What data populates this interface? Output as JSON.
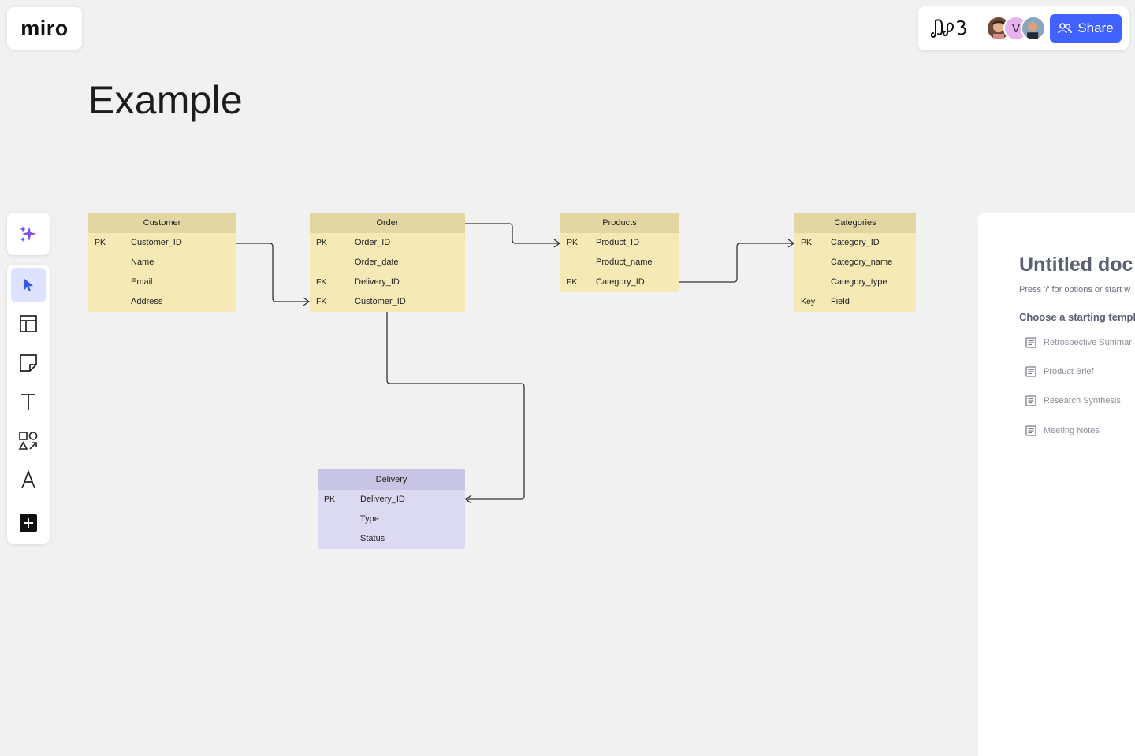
{
  "app": {
    "logo": "miro"
  },
  "header": {
    "collaborators": [
      {
        "name": "user-avatar-1",
        "initial": ""
      },
      {
        "name": "user-avatar-v",
        "initial": "V"
      },
      {
        "name": "user-avatar-3",
        "initial": ""
      }
    ],
    "share_label": "Share"
  },
  "board": {
    "title": "Example"
  },
  "toolbar": {
    "tools": [
      "ai-assistant",
      "select",
      "templates",
      "sticky-note",
      "text",
      "shapes",
      "pen",
      "add"
    ]
  },
  "erd": {
    "customer": {
      "title": "Customer",
      "rows": [
        {
          "key": "PK",
          "field": "Customer_ID"
        },
        {
          "key": "",
          "field": "Name"
        },
        {
          "key": "",
          "field": "Email"
        },
        {
          "key": "",
          "field": "Address"
        }
      ]
    },
    "order": {
      "title": "Order",
      "rows": [
        {
          "key": "PK",
          "field": "Order_ID"
        },
        {
          "key": "",
          "field": "Order_date"
        },
        {
          "key": "FK",
          "field": "Delivery_ID"
        },
        {
          "key": "FK",
          "field": "Customer_ID"
        }
      ]
    },
    "products": {
      "title": "Products",
      "rows": [
        {
          "key": "PK",
          "field": "Product_ID"
        },
        {
          "key": "",
          "field": "Product_name"
        },
        {
          "key": "FK",
          "field": "Category_ID"
        }
      ]
    },
    "categories": {
      "title": "Categories",
      "rows": [
        {
          "key": "PK",
          "field": "Category_ID"
        },
        {
          "key": "",
          "field": "Category_name"
        },
        {
          "key": "",
          "field": "Category_type"
        },
        {
          "key": "Key",
          "field": "Field"
        }
      ]
    },
    "delivery": {
      "title": "Delivery",
      "rows": [
        {
          "key": "PK",
          "field": "Delivery_ID"
        },
        {
          "key": "",
          "field": "Type"
        },
        {
          "key": "",
          "field": "Status"
        }
      ]
    }
  },
  "doc_panel": {
    "title": "Untitled doc",
    "hint": "Press '/' for options or start w",
    "subtitle": "Choose a starting templa",
    "templates": [
      "Retrospective Summar",
      "Product Brief",
      "Research Synthesis",
      "Meeting Notes"
    ]
  },
  "colors": {
    "accent": "#4262ff",
    "table_yellow": "#f5e9b6",
    "table_yellow_header": "#e2d6a3",
    "table_purple": "#dcd9f3",
    "table_purple_header": "#c8c5e4",
    "canvas": "#f1f1f1"
  }
}
